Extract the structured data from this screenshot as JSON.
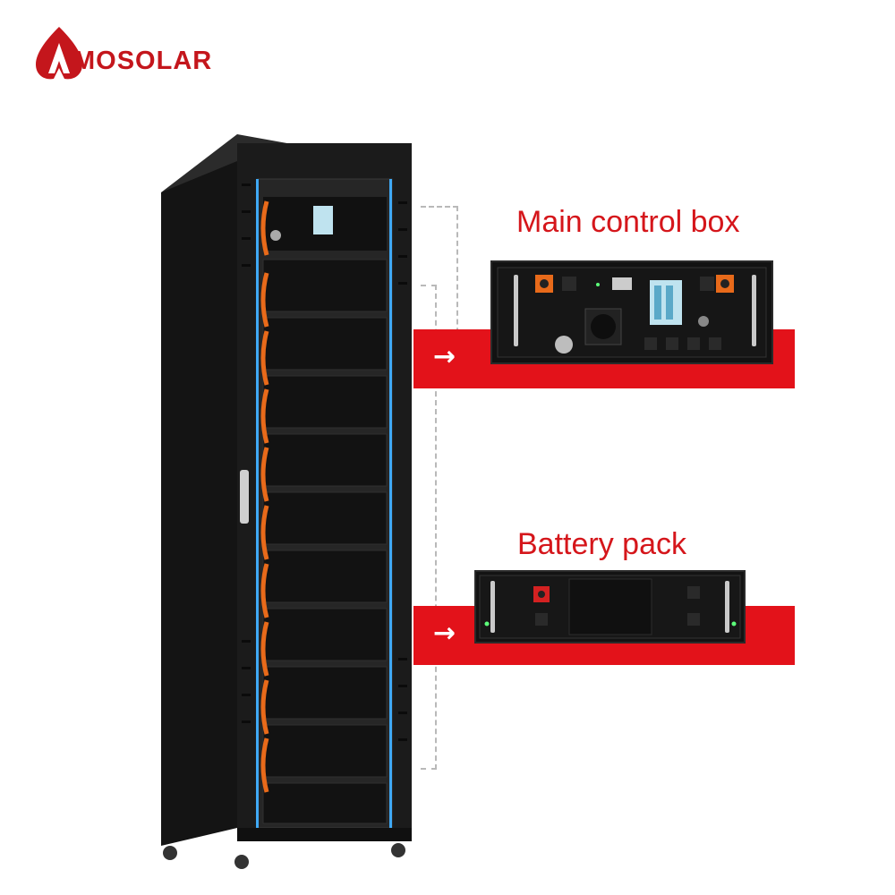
{
  "brand": {
    "name": "MOSOLAR",
    "color": "#c4161c",
    "logo_icon": "mosolar-a-logo-icon"
  },
  "callouts": {
    "main_control": {
      "label": "Main control box",
      "arrow": "→"
    },
    "battery_pack": {
      "label": "Battery pack",
      "arrow": "→"
    }
  },
  "colors": {
    "accent_red": "#e3121a",
    "cabinet": "#1a1a1a",
    "cable_orange": "#e86a1a",
    "led_blue": "#3fa9f5"
  }
}
